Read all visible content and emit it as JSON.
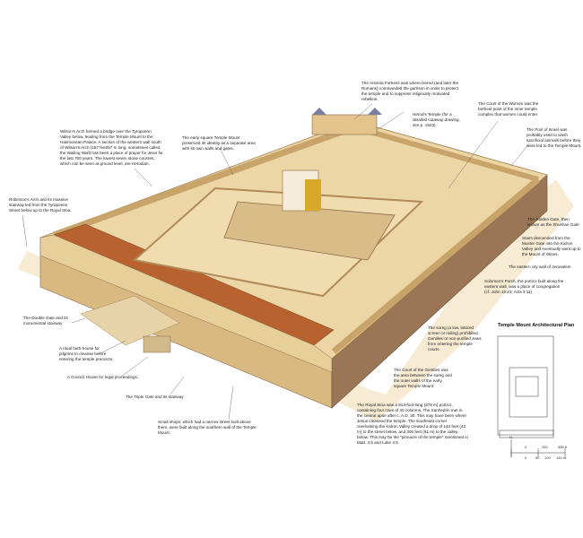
{
  "annotations": {
    "antonia": "The Antonia Fortress was where Herod (and later the Romans) commanded the garrison in order to protect the temple and to suppress religiously motivated rebellion.",
    "herods_temple": "Herod's Temple (for a detailed cutaway drawing, see p. 1943)",
    "court_women": "The Court of the Women was the farthest point of the inner temple complex that women could enter.",
    "pool_israel": "The Pool of Israel was probably used to wash sacrificial animals before they were led to the Temple Mount.",
    "wilsons_arch": "Wilson's Arch formed a bridge over the Tyropoeon Valley below, leading from the Temple Mount to the Hasmonean Palace. A section of the western wall south of Wilson's Arch (187 feet/57 m long, sometimes called the Wailing Wall) has been a place of prayer for Jews for the last 700 years. The lowest seven stone courses, which can be seen at ground level, are Herodian.",
    "early_square": "The early square Temple Mount preserved its identity as a separate area with its own walls and gates.",
    "robinsons_arch": "Robinson's Arch and its massive stairway led from the Tyropoeon Street below up to the Royal Stoa.",
    "golden_gate": "The Golden Gate, then known as the Shushan Gate",
    "stairs": "Stairs descended from the Muster Gate into the Kidron Valley and eventually went up to the Mount of Olives.",
    "eastern_wall": "The eastern city wall of Jerusalem",
    "solomons_porch": "Solomon's Porch, the portico built along the eastern wall, was a place of congregation (cf. John 10:23; Acts 3:11).",
    "double_gate": "The Double Gate and its monumental stairway",
    "bath_house": "A ritual bath-house for pilgrims to cleanse before entering the temple precincts.",
    "council_house": "A Council House for legal proceedings.",
    "triple_gate": "The Triple Gate and its stairway",
    "small_shops": "Small shops, which had a narrow street built above them, were built along the southern wall of the Temple Mount.",
    "soreg": "The soreg (a low, latticed screen or railing) prohibited Gentiles or non-purified Jews from entering the temple courts.",
    "court_gentiles": "The Court of the Gentiles was the area between the soreg and the outer walls of the early square Temple Mount.",
    "royal_stoa": "The Royal Stoa was a 913-foot-long (278 m) portico, containing four rows of 40 columns. The Sanhedrin met in the central apse after c. A.D. 30. This may have been where Jesus cleansed the temple. The southeast corner overlooking the Kidron Valley created a drop of 140 feet (43 m) to the street below, and 300 feet (91 m) to the valley below. This may be the \"pinnacle of the temple\" mentioned in Matt. 4:5 and Luke 4:9."
  },
  "plan": {
    "title": "Temple Mount Architectural Plan",
    "scale_ft": [
      "0",
      "250",
      "500 ft"
    ],
    "scale_m": [
      "0",
      "50",
      "100",
      "150 m"
    ],
    "north_arrow": "N"
  },
  "colors": {
    "stone": "#e8cf9c",
    "wall": "#c9a46a",
    "wall_dark": "#8c6a4a",
    "roof": "#b8632f",
    "slate": "#aab0c8",
    "gold": "#d8a828"
  }
}
